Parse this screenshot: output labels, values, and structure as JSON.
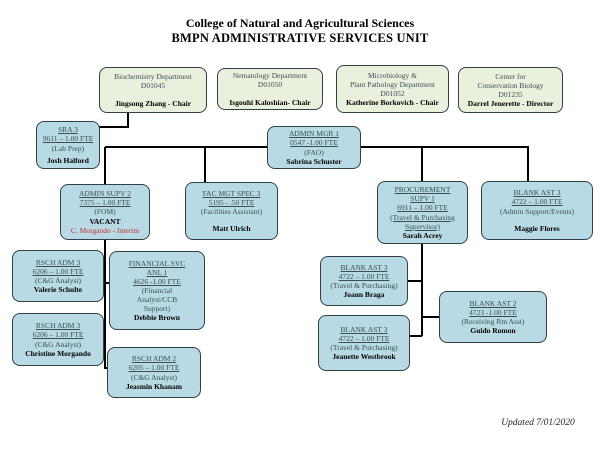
{
  "title": {
    "line1": "College of Natural and Agricultural Sciences",
    "line2": "BMPN ADMINISTRATIVE SERVICES UNIT"
  },
  "footer": {
    "updated_label": "Updated 7/01/2020"
  },
  "colors": {
    "green_box_fill": "#e9f0dc",
    "blue_box_fill": "#b7dae4",
    "box_border": "#333f47",
    "muted_text": "#3c4c58",
    "red_text": "#c6302b",
    "connector": "#000000"
  },
  "boxes": {
    "biochem": {
      "lines": [
        "Biochemistry Department",
        "D01045",
        "Jingsong Zhang - Chair"
      ]
    },
    "nematology": {
      "lines": [
        "Nematology Department",
        "D01050",
        "Isgouhi Kaloshian- Chair"
      ]
    },
    "microplant": {
      "lines": [
        "Microbiology &",
        "Plant Pathology Department",
        "D01052",
        "Katherine Borkovich - Chair"
      ]
    },
    "ccb": {
      "lines": [
        "Center for",
        "Conservation Biology",
        "D01235",
        "Darrel Jenerette - Director"
      ]
    },
    "sra3": {
      "lines": [
        "SRA 3",
        "9611 – 1.00 FTE",
        "(Lab Prep)",
        "Josh Halford"
      ]
    },
    "adminmgr": {
      "lines": [
        "ADMIN MGR 1",
        "0547 -1.00 FTE",
        "(FAO)",
        "Sabrina Schuster"
      ]
    },
    "adminsupv": {
      "lines": [
        "ADMIN SUPV 2",
        "7375 – 1.00 FTE",
        "(FOM)",
        "VACANT",
        "C. Morgando - Interim"
      ]
    },
    "facmgt": {
      "lines": [
        "FAC MGT SPEC 3",
        "5195 - .50 FTE",
        "(Facilities Assistant)",
        "Matt Ulrich"
      ]
    },
    "procurement": {
      "lines": [
        "PROCUREMENT",
        "SUPV 1",
        "6911 – 1.00 FTE",
        "(Travel & Purchasing",
        "Supervisor)",
        "Sarah Acrey"
      ]
    },
    "maggie": {
      "lines": [
        "BLANK AST 3",
        "4722 – 1.00 FTE",
        "(Admin Support/Events)",
        "Maggie Flores"
      ]
    },
    "valerie": {
      "lines": [
        "RSCH ADM 3",
        "6206 – 1.00 FTE",
        "(C&G Analyst)",
        "Valerie Schulte"
      ]
    },
    "debbie": {
      "lines": [
        "FINANCIAL SVC",
        "ANL 1",
        "4626 -1.00 FTE",
        "(Financial",
        "Analyst/CCB",
        "Support)",
        "Debbie Brown"
      ]
    },
    "christine": {
      "lines": [
        "RSCH ADM 3",
        "6206 – 1.00 FTE",
        "(C&G Analyst)",
        "Christine Morgando"
      ]
    },
    "jeasmin": {
      "lines": [
        "RSCH ADM 2",
        "6205 – 1.00 FTE",
        "(C&G Analyst)",
        "Jeasmin Khanam"
      ]
    },
    "joann": {
      "lines": [
        "BLANK AST 3",
        "4722 – 1.00 FTE",
        "(Travel & Purchasing)",
        "Joann Braga"
      ]
    },
    "jeanette": {
      "lines": [
        "BLANK AST 3",
        "4722 – 1.00 FTE",
        "(Travel & Purchasing)",
        "Jeanette Westbrook"
      ]
    },
    "guido": {
      "lines": [
        "BLANK AST 2",
        "4723 -1.00 FTE",
        "(Receiving Rm Asst)",
        "Guido Romon"
      ]
    }
  }
}
